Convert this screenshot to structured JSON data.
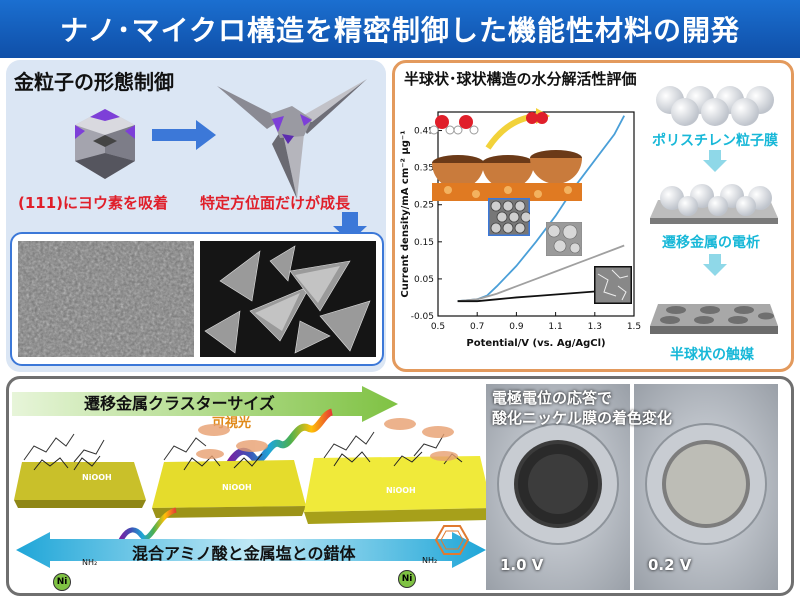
{
  "header": {
    "title": "ナノ･マイクロ構造を精密制御した機能性材料の開発"
  },
  "panel1": {
    "title": "金粒子の形態制御",
    "left_caption": "(111)にヨウ素を吸着",
    "right_caption": "特定方位面だけが成長"
  },
  "panel2": {
    "title": "半球状･球状構造の水分解活性評価",
    "chart_data": {
      "type": "line",
      "xlabel": "Potential/V (vs. Ag/AgCl)",
      "ylabel": "Current density/mA cm⁻² μg⁻¹",
      "xlim": [
        0.5,
        1.5
      ],
      "ylim": [
        -0.05,
        0.5
      ],
      "x_ticks": [
        "0.5",
        "0.7",
        "0.9",
        "1.1",
        "1.3",
        "1.5"
      ],
      "y_ticks": [
        "-0.05",
        "0.05",
        "0.15",
        "0.25",
        "0.35",
        "0.45"
      ],
      "series": [
        {
          "color": "#4a9fd8",
          "x": [
            0.6,
            0.7,
            0.75,
            0.8,
            0.9,
            1.0,
            1.1,
            1.2,
            1.3,
            1.4,
            1.45
          ],
          "y": [
            -0.01,
            -0.005,
            0.005,
            0.03,
            0.085,
            0.15,
            0.22,
            0.3,
            0.37,
            0.44,
            0.49
          ]
        },
        {
          "color": "#a0a0a0",
          "x": [
            0.6,
            0.7,
            0.8,
            0.9,
            1.0,
            1.1,
            1.2,
            1.3,
            1.4,
            1.45
          ],
          "y": [
            -0.01,
            -0.005,
            0.01,
            0.03,
            0.05,
            0.07,
            0.09,
            0.11,
            0.13,
            0.14
          ]
        },
        {
          "color": "#111111",
          "x": [
            0.6,
            0.7,
            0.8,
            0.9,
            1.0,
            1.1,
            1.2,
            1.3,
            1.4,
            1.45
          ],
          "y": [
            -0.01,
            -0.01,
            -0.005,
            0.0,
            0.004,
            0.008,
            0.012,
            0.016,
            0.02,
            0.022
          ]
        }
      ]
    },
    "steps": [
      "ポリスチレン粒子膜",
      "遷移金属の電析",
      "半球状の触媒"
    ]
  },
  "panel3": {
    "arrow_top": "遷移金属クラスターサイズ",
    "visible_light": "可視光",
    "plate_label": "NiOOH",
    "arrow_bottom": "混合アミノ酸と金属塩との錯体",
    "ni_label": "Ni",
    "photo_caption": "電極電位の応答で\n酸化ニッケル膜の着色変化",
    "photo_left_label": "1.0 V",
    "photo_right_label": "0.2 V",
    "mol_label_nh2": "NH₂"
  },
  "colors": {
    "header": "#1259bd",
    "accent_red": "#e01f2a",
    "accent_cyan": "#18b8d8",
    "plate": "#e8df2a",
    "panel2_border": "#e39a5d"
  }
}
